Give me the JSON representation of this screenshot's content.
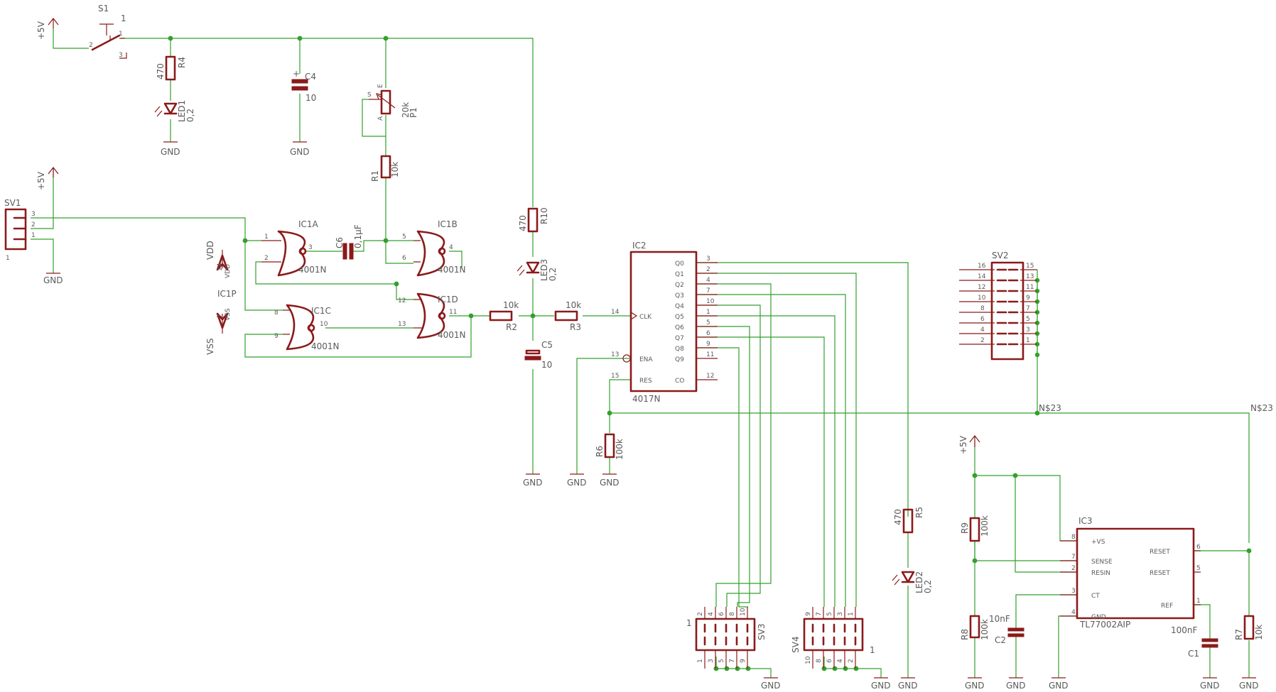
{
  "supply_labels": {
    "plus5v": "+5V",
    "gnd": "GND",
    "vdd": "VDD",
    "vss": "VSS"
  },
  "components": {
    "S1": {
      "ref": "S1",
      "pins": [
        "1",
        "2",
        "1",
        "3"
      ]
    },
    "R4": {
      "ref": "R4",
      "value": "470"
    },
    "LED1": {
      "ref": "LED1",
      "value": "0,2"
    },
    "C4": {
      "ref": "C4",
      "value": "10",
      "polarity": "+"
    },
    "P1": {
      "ref": "P1",
      "value": "20k",
      "pins": [
        "E",
        "S",
        "A"
      ]
    },
    "R1": {
      "ref": "R1",
      "value": "10k"
    },
    "R10": {
      "ref": "R10",
      "value": "470"
    },
    "LED3": {
      "ref": "LED3",
      "value": "0,2"
    },
    "SV1": {
      "ref": "SV1",
      "pins": [
        "3",
        "2",
        "1",
        "1"
      ]
    },
    "IC1A": {
      "ref": "IC1A",
      "value": "4001N",
      "pins": [
        "1",
        "2",
        "3"
      ]
    },
    "IC1B": {
      "ref": "IC1B",
      "value": "4001N",
      "pins": [
        "5",
        "6",
        "4"
      ]
    },
    "IC1C": {
      "ref": "IC1C",
      "value": "4001N",
      "pins": [
        "8",
        "9",
        "10"
      ]
    },
    "IC1D": {
      "ref": "IC1D",
      "value": "4001N",
      "pins": [
        "12",
        "13",
        "11"
      ]
    },
    "C6": {
      "ref": "C6",
      "value": "0,1µF"
    },
    "IC1P": {
      "ref": "IC1P",
      "pins": [
        "14",
        "VDD",
        "7",
        "VSS"
      ]
    },
    "R2": {
      "ref": "R2",
      "value": "10k"
    },
    "R3": {
      "ref": "R3",
      "value": "10k"
    },
    "C5": {
      "ref": "C5",
      "value": "10"
    },
    "IC2": {
      "ref": "IC2",
      "value": "4017N",
      "outputs": [
        {
          "pin": "3",
          "name": "Q0"
        },
        {
          "pin": "2",
          "name": "Q1"
        },
        {
          "pin": "4",
          "name": "Q2"
        },
        {
          "pin": "7",
          "name": "Q3"
        },
        {
          "pin": "10",
          "name": "Q4"
        },
        {
          "pin": "1",
          "name": "Q5"
        },
        {
          "pin": "5",
          "name": "Q6"
        },
        {
          "pin": "6",
          "name": "Q7"
        },
        {
          "pin": "9",
          "name": "Q8"
        },
        {
          "pin": "11",
          "name": "Q9"
        },
        {
          "pin": "12",
          "name": "CO"
        }
      ],
      "inputs": [
        {
          "pin": "14",
          "name": "CLK"
        },
        {
          "pin": "13",
          "name": "ENA"
        },
        {
          "pin": "15",
          "name": "RES"
        }
      ]
    },
    "R6": {
      "ref": "R6",
      "value": "100k"
    },
    "SV2": {
      "ref": "SV2",
      "left_pins": [
        "16",
        "14",
        "12",
        "10",
        "8",
        "6",
        "4",
        "2"
      ],
      "right_pins": [
        "15",
        "13",
        "11",
        "9",
        "7",
        "5",
        "3",
        "1"
      ]
    },
    "net": {
      "name": "N$23"
    },
    "SV3": {
      "ref": "SV3",
      "top_pins": [
        "2",
        "4",
        "6",
        "8",
        "10"
      ],
      "bottom_pins": [
        "1",
        "3",
        "5",
        "7",
        "9"
      ],
      "side_pin": "1"
    },
    "SV4": {
      "ref": "SV4",
      "top_pins": [
        "9",
        "7",
        "5",
        "3",
        "1"
      ],
      "bottom_pins": [
        "10",
        "8",
        "6",
        "4",
        "2"
      ],
      "side_pin": "1"
    },
    "R5": {
      "ref": "R5",
      "value": "470"
    },
    "LED2": {
      "ref": "LED2",
      "value": "0,2"
    },
    "R9": {
      "ref": "R9",
      "value": "100k"
    },
    "R8": {
      "ref": "R8",
      "value": "100k"
    },
    "C2": {
      "ref": "C2",
      "value": "10nF"
    },
    "C1": {
      "ref": "C1",
      "value": "100nF"
    },
    "R7": {
      "ref": "R7",
      "value": "10k"
    },
    "IC3": {
      "ref": "IC3",
      "value": "TL77002AIP",
      "left_pins": [
        {
          "pin": "8",
          "name": "+VS"
        },
        {
          "pin": "7",
          "name": "SENSE"
        },
        {
          "pin": "2",
          "name": "RESIN"
        },
        {
          "pin": "3",
          "name": "CT"
        },
        {
          "pin": "4",
          "name": "GND"
        }
      ],
      "right_pins": [
        {
          "pin": "6",
          "name": "RESET"
        },
        {
          "pin": "5",
          "name": "RESET"
        },
        {
          "pin": "1",
          "name": "REF"
        }
      ]
    }
  }
}
